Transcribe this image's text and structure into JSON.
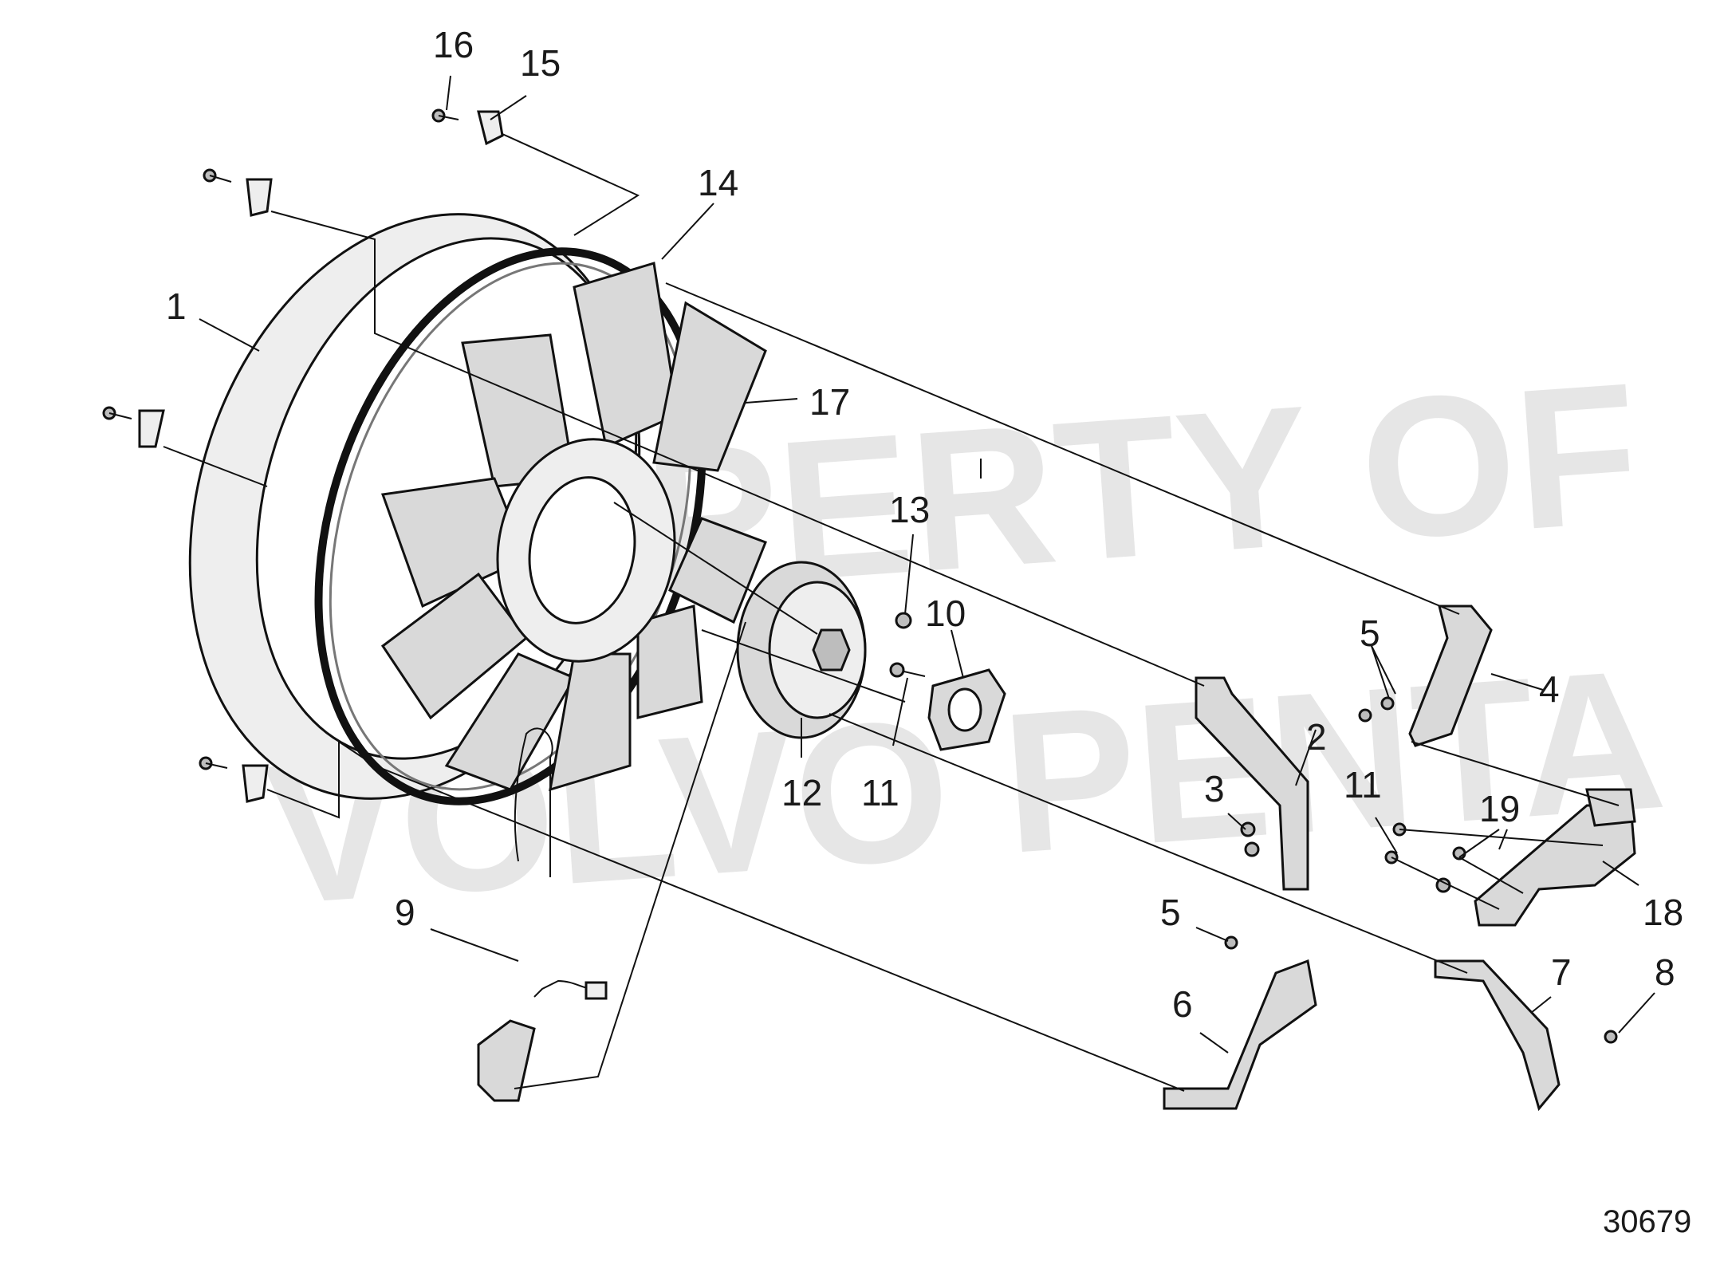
{
  "watermark": {
    "line1": "PROPERTY OF",
    "line2": "VOLVO PENTA"
  },
  "drawing_number": "30679",
  "callouts": {
    "c1": "1",
    "c2": "2",
    "c3": "3",
    "c4": "4",
    "c5a": "5",
    "c5b": "5",
    "c6": "6",
    "c7": "7",
    "c8": "8",
    "c9": "9",
    "c10": "10",
    "c11a": "11",
    "c11b": "11",
    "c12": "12",
    "c13": "13",
    "c14": "14",
    "c15": "15",
    "c16": "16",
    "c17": "17",
    "c18": "18",
    "c19": "19"
  }
}
